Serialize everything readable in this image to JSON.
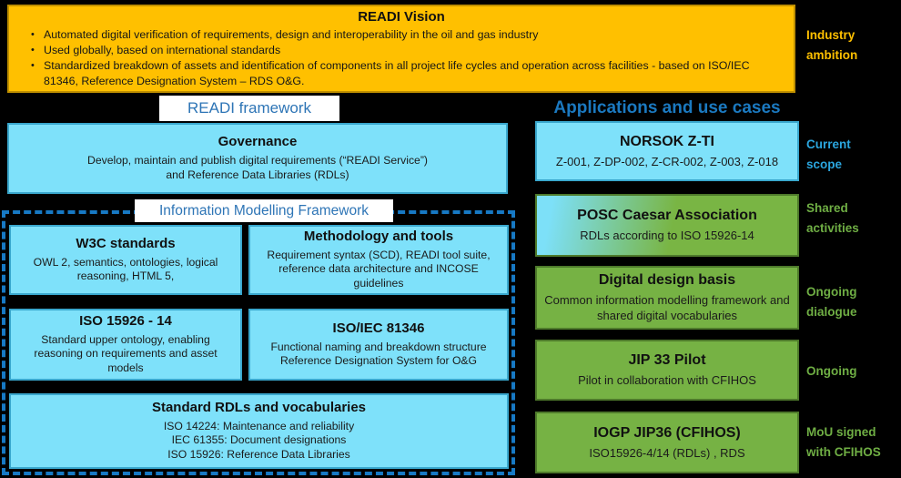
{
  "vision": {
    "title": "READI Vision",
    "bullet_glyph": "•",
    "bullets": [
      "Automated digital verification of requirements, design and interoperability in the oil and gas industry",
      "Used globally, based on international standards",
      "Standardized breakdown of assets and identification of components in all project life cycles and operation across facilities - based on ISO/IEC 81346, Reference Designation System – RDS O&G."
    ]
  },
  "framework": {
    "header": "READI framework",
    "governance": {
      "title": "Governance",
      "body": "Develop, maintain and publish digital requirements (“READI Service”)\nand Reference Data Libraries (RDLs)"
    },
    "imf_header": "Information Modelling Framework",
    "boxes": [
      {
        "title": "W3C standards",
        "body": "OWL 2, semantics, ontologies, logical reasoning, HTML 5,"
      },
      {
        "title": "Methodology and tools",
        "body": "Requirement syntax (SCD), READI tool suite, reference data architecture and INCOSE guidelines"
      },
      {
        "title": "ISO 15926 - 14",
        "body": "Standard upper ontology, enabling reasoning on requirements and asset models"
      },
      {
        "title": "ISO/IEC 81346",
        "body": "Functional naming and breakdown structure\nReference Designation System for O&G"
      },
      {
        "title": "Standard RDLs and vocabularies",
        "body": "ISO 14224: Maintenance and reliability\nIEC 61355: Document designations\nISO 15926: Reference Data Libraries"
      }
    ]
  },
  "applications": {
    "header": "Applications and use cases",
    "boxes": [
      {
        "title": "NORSOK Z-TI",
        "body": "Z-001, Z-DP-002, Z-CR-002, Z-003, Z-018",
        "style": "blue"
      },
      {
        "title": "POSC Caesar Association",
        "body": "RDLs according to ISO 15926-14",
        "style": "blue-green-gradient"
      },
      {
        "title": "Digital design basis",
        "body": "Common information modelling framework and shared digital vocabularies",
        "style": "green"
      },
      {
        "title": "JIP 33 Pilot",
        "body": "Pilot in collaboration with CFIHOS",
        "style": "green"
      },
      {
        "title": "IOGP JIP36 (CFIHOS)",
        "body": "ISO15926-4/14 (RDLs) , RDS",
        "style": "green"
      }
    ]
  },
  "side_labels": [
    {
      "text": "Industry\nambition",
      "color": "#FFC000"
    },
    {
      "text": "Current\nscope",
      "color": "#2BA6DF"
    },
    {
      "text": "Shared\nactivities",
      "color": "#6FAE44"
    },
    {
      "text": "Ongoing\ndialogue",
      "color": "#6FAE44"
    },
    {
      "text": "Ongoing",
      "color": "#6FAE44"
    },
    {
      "text": "MoU signed\nwith CFIHOS",
      "color": "#6FAE44"
    }
  ],
  "colors": {
    "background": "#000000",
    "vision_fill": "#FFC000",
    "vision_border": "#BF8F00",
    "blue_fill": "#7EE1FA",
    "blue_border": "#3AA8CE",
    "green_fill": "#76B244",
    "green_border": "#4E7A2B",
    "header_blue": "#2E75B6",
    "apps_header_blue": "#1B79C0",
    "dashed_outline_blue": "#1779C4"
  }
}
